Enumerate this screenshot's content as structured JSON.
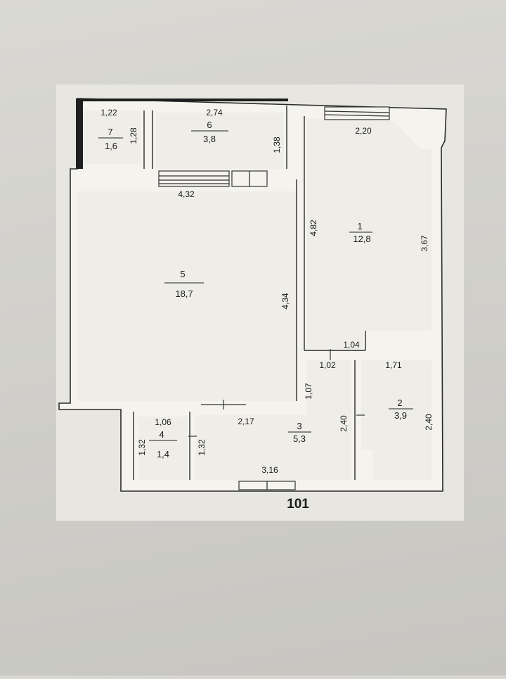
{
  "plan_id": "101",
  "rooms": [
    {
      "num": "1",
      "area": "12,8"
    },
    {
      "num": "2",
      "area": "3,9"
    },
    {
      "num": "3",
      "area": "5,3"
    },
    {
      "num": "4",
      "area": "1,4"
    },
    {
      "num": "5",
      "area": "18,7"
    },
    {
      "num": "6",
      "area": "3,8"
    },
    {
      "num": "7",
      "area": "1,6"
    }
  ],
  "dimensions": [
    "1,22",
    "1,28",
    "2,74",
    "1,38",
    "2,20",
    "4,32",
    "4,82",
    "3,67",
    "4,34",
    "1,04",
    "1,02",
    "1,71",
    "1,07",
    "2,40",
    "2,40",
    "2,17",
    "1,06",
    "1,32",
    "1,32",
    "3,16"
  ]
}
